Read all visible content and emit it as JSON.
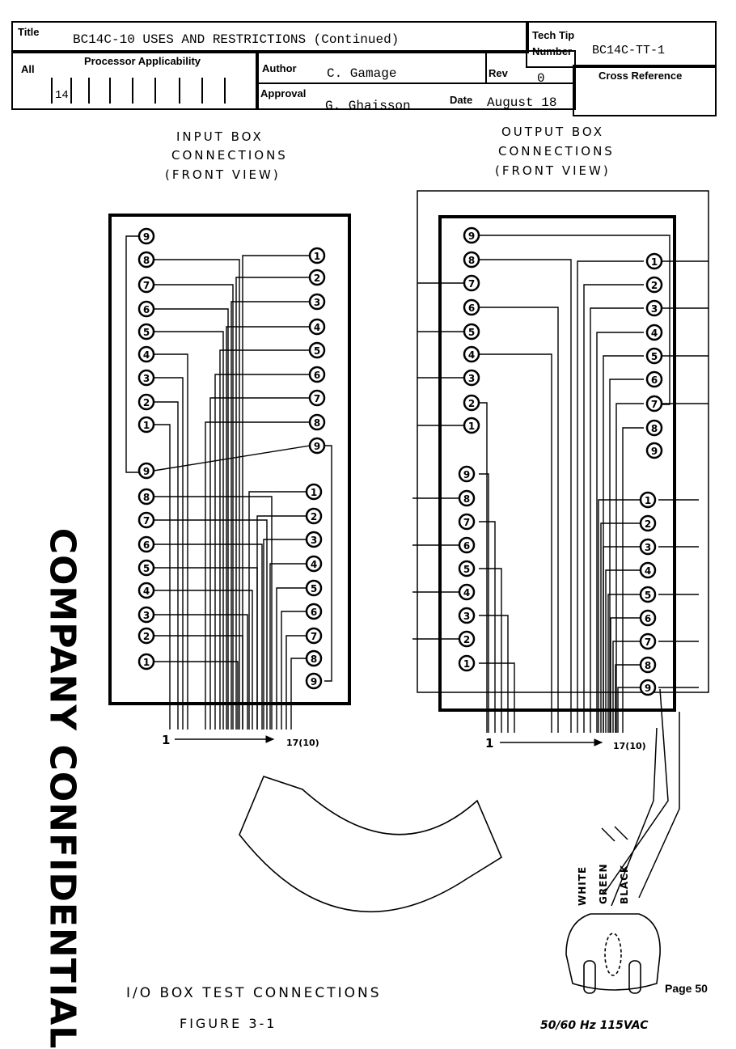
{
  "header": {
    "title_label": "Title",
    "title_value": "BC14C-10 USES AND RESTRICTIONS (Continued)",
    "tech_tip_label": "Tech Tip",
    "number_label": "Number",
    "number_value": "BC14C-TT-1",
    "all_label": "All",
    "processor_label": "Processor Applicability",
    "processor_value": "14",
    "author_label": "Author",
    "author_value": "C. Gamage",
    "rev_label": "Rev",
    "rev_value": "0",
    "cross_ref_label": "Cross Reference",
    "approval_label": "Approval",
    "approval_value": "G. Ghaisson",
    "date_label": "Date",
    "date_value": "August 18"
  },
  "diagram": {
    "input_title": [
      "INPUT BOX",
      "CONNECTIONS",
      "(FRONT VIEW)"
    ],
    "output_title": [
      "OUTPUT BOX",
      "CONNECTIONS",
      "(FRONT VIEW)"
    ],
    "input_left_upper": [
      "9",
      "8",
      "7",
      "6",
      "5",
      "4",
      "3",
      "2",
      "1"
    ],
    "input_right_upper": [
      "1",
      "2",
      "3",
      "4",
      "5",
      "6",
      "7",
      "8",
      "9"
    ],
    "input_left_lower": [
      "9",
      "8",
      "7",
      "6",
      "5",
      "4",
      "3",
      "2",
      "1"
    ],
    "input_right_lower": [
      "1",
      "2",
      "3",
      "4",
      "5",
      "6",
      "7",
      "8",
      "9"
    ],
    "output_left_upper": [
      "9",
      "8",
      "7",
      "6",
      "5",
      "4",
      "3",
      "2",
      "1"
    ],
    "output_right_upper": [
      "1",
      "2",
      "3",
      "4",
      "5",
      "6",
      "7",
      "8",
      "9"
    ],
    "output_left_lower": [
      "9",
      "8",
      "7",
      "6",
      "5",
      "4",
      "3",
      "2",
      "1"
    ],
    "output_right_lower": [
      "1",
      "2",
      "3",
      "4",
      "5",
      "6",
      "7",
      "8",
      "9"
    ],
    "range_start": "1",
    "range_end": "17(10)",
    "wire_labels": [
      "WHITE",
      "GREEN",
      "BLACK"
    ],
    "plug_label": "50/60 Hz 115VAC"
  },
  "footer": {
    "caption": "I/O BOX TEST CONNECTIONS",
    "figure": "FIGURE 3-1",
    "page": "Page 50"
  },
  "stamp_text": "COMPANY CONFIDENTIAL"
}
